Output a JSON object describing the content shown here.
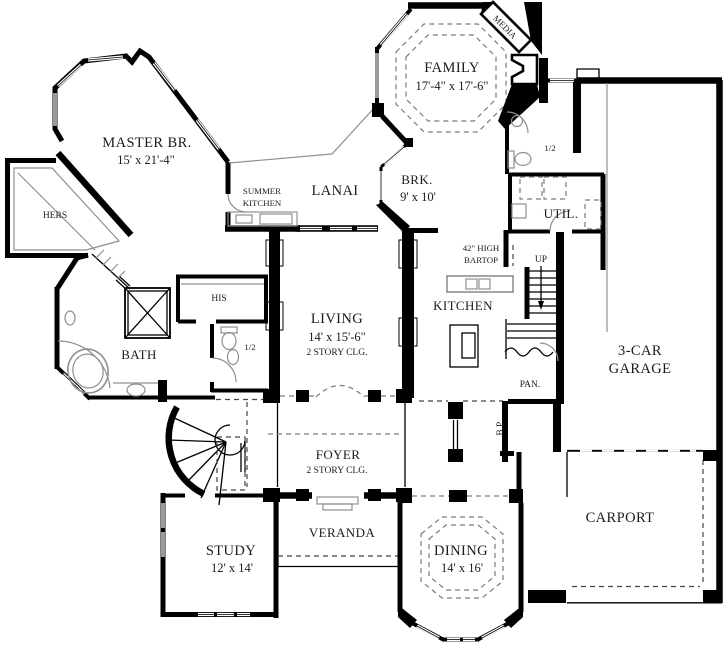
{
  "plan": {
    "colors": {
      "wall": "#000000",
      "text": "#1c1c1c",
      "fixture": "#8f8f8f",
      "dash": "#555555",
      "background": "#ffffff"
    },
    "rooms": {
      "media": {
        "label": "MEDIA"
      },
      "family": {
        "label": "FAMILY",
        "dims": "17'-4\" x 17'-6\""
      },
      "master_bedroom": {
        "label": "MASTER BR.",
        "dims": "15' x 21'-4\""
      },
      "hers_closet": {
        "label": "HERS"
      },
      "summer_kitchen": {
        "line1": "SUMMER",
        "line2": "KITCHEN"
      },
      "lanai": {
        "label": "LANAI"
      },
      "breakfast": {
        "label": "BRK.",
        "dims": "9' x 10'"
      },
      "half_bath_upper": {
        "label": "1/2"
      },
      "utility": {
        "label": "UTIL."
      },
      "bartop": {
        "line1": "42\" HIGH",
        "line2": "BARTOP"
      },
      "stairs": {
        "label": "UP"
      },
      "his_closet": {
        "label": "HIS"
      },
      "living": {
        "label": "LIVING",
        "dims": "14' x 15'-6\"",
        "note": "2 STORY CLG."
      },
      "kitchen": {
        "label": "KITCHEN"
      },
      "garage": {
        "line1": "3-CAR",
        "line2": "GARAGE"
      },
      "bath": {
        "label": "BATH"
      },
      "half_bath_lower": {
        "label": "1/2"
      },
      "pantry": {
        "label": "PAN."
      },
      "butlers_pantry": {
        "label": "B.P."
      },
      "foyer": {
        "label": "FOYER",
        "note": "2 STORY CLG."
      },
      "study": {
        "label": "STUDY",
        "dims": "12' x 14'"
      },
      "veranda": {
        "label": "VERANDA"
      },
      "dining": {
        "label": "DINING",
        "dims": "14' x 16'"
      },
      "carport": {
        "label": "CARPORT"
      }
    }
  }
}
